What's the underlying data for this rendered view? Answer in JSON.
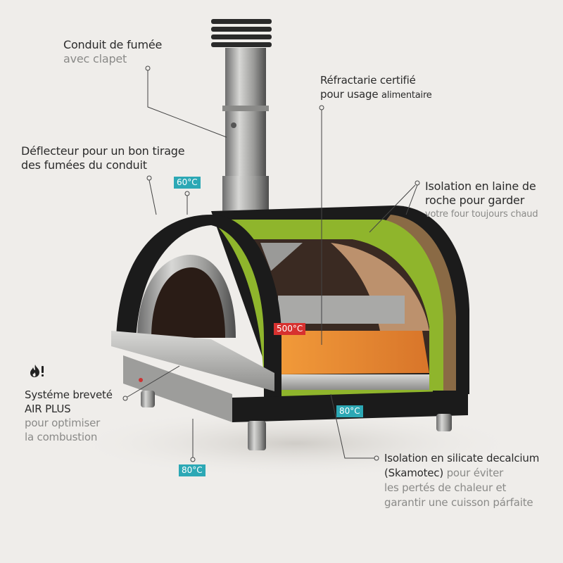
{
  "labels": {
    "flue": {
      "title": "Conduit de fumée",
      "sub": "avec clapet"
    },
    "deflector": {
      "line1": "Déflecteur pour un bon tirage",
      "line2": "des fumées du conduit"
    },
    "refractory": {
      "title": "Réfractarie certifié",
      "sub_a": "pour usage ",
      "sub_b": "alimentaire"
    },
    "rockwool": {
      "line1": "Isolation en  laine de",
      "line2": "roche pour garder",
      "sub": "votre four toujours chaud"
    },
    "airplus": {
      "line1": "Systéme breveté",
      "line2": "AIR PLUS",
      "sub1": "pour optimiser",
      "sub2": "la combustion"
    },
    "silicate": {
      "line1": "Isolation en silicate decalcium",
      "line2a": "(Skamotec)",
      "line2b": " pour éviter",
      "line3": "les pertés de chaleur et",
      "line4": "garantir une cuisson párfaite"
    }
  },
  "temperatures": {
    "top": "60°C",
    "interior": "500°C",
    "base": "80°C",
    "bottom_left": "80°C"
  },
  "icons": {
    "airplus": "flame-icon"
  },
  "colors": {
    "teal": "#2ca8b5",
    "red": "#d7312f",
    "insulation": "#8fb52c",
    "floor": "#e98a2f"
  }
}
